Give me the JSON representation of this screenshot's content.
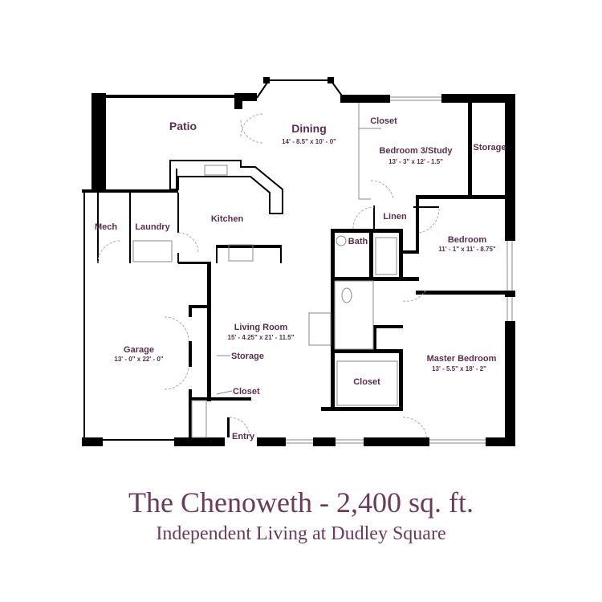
{
  "title": "The Chenoweth - 2,400 sq. ft.",
  "subtitle": "Independent Living at Dudley Square",
  "rooms": {
    "patio": {
      "name": "Patio"
    },
    "dining": {
      "name": "Dining",
      "dims": "14' - 8.5\" x 10' - 0\""
    },
    "closet_br3": {
      "name": "Closet"
    },
    "bedroom3": {
      "name": "Bedroom 3/Study",
      "dims": "13' - 3\" x 12' - 1.5\""
    },
    "storage_br3": {
      "name": "Storage"
    },
    "mech": {
      "name": "Mech"
    },
    "laundry": {
      "name": "Laundry"
    },
    "kitchen": {
      "name": "Kitchen"
    },
    "linen": {
      "name": "Linen"
    },
    "bath": {
      "name": "Bath"
    },
    "bedroom": {
      "name": "Bedroom",
      "dims": "11' - 1\" x 11' - 8.75\""
    },
    "living": {
      "name": "Living Room",
      "dims": "15' - 4.25\" x 21' - 11.5\""
    },
    "garage": {
      "name": "Garage",
      "dims": "13' - 0\" x 22' - 0\""
    },
    "storage_living": {
      "name": "Storage"
    },
    "closet_entry": {
      "name": "Closet"
    },
    "entry": {
      "name": "Entry"
    },
    "master_closet": {
      "name": "Closet"
    },
    "master": {
      "name": "Master Bedroom",
      "dims": "13' - 5.5\" x 18' - 2\""
    }
  }
}
